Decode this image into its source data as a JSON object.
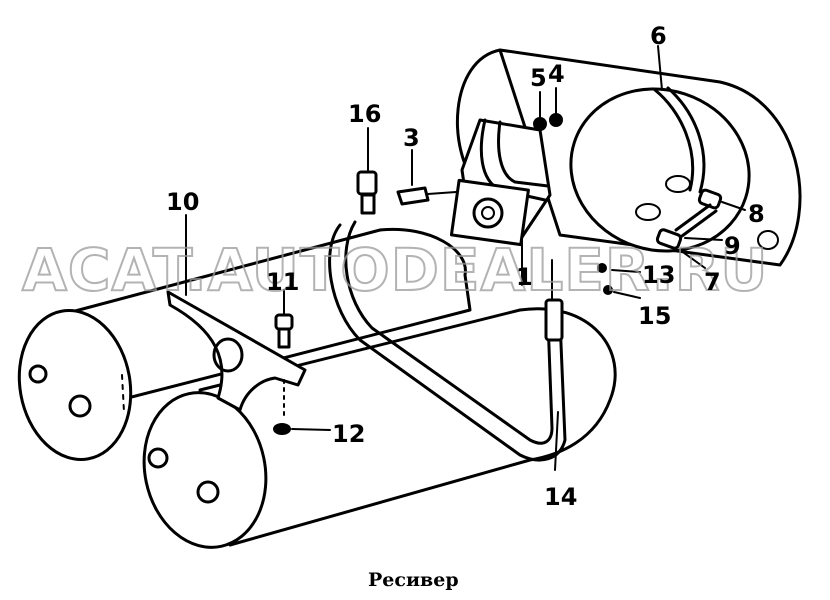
{
  "labels": {
    "l1": "1",
    "l3": "3",
    "l4": "4",
    "l5": "5",
    "l6": "6",
    "l7": "7",
    "l8": "8",
    "l9": "9",
    "l10": "10",
    "l11": "11",
    "l12": "12",
    "l13": "13",
    "l14": "14",
    "l15": "15",
    "l16": "16"
  },
  "watermark": "ACAT.AUTODEALER.RU",
  "caption": "Ресивер"
}
